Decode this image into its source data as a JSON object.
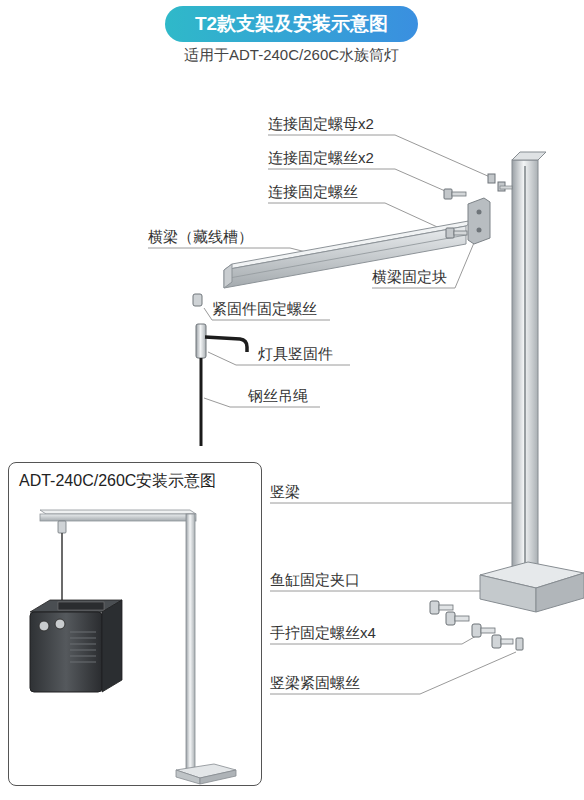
{
  "diagram": {
    "title": "T2款支架及安装示意图",
    "nodes": [
      {
        "text": [
          "ADT-240C/260C安装示意图"
        ]
      }
    ],
    "labels": [
      "适用于ADT-240C/260C水族筒灯",
      "连接固定螺母x2",
      "连接固定螺丝x2",
      "连接固定螺丝",
      "横梁（藏线槽）",
      "横梁固定块",
      "紧固件固定螺丝",
      "灯具竖固件",
      "钢丝吊绳",
      "竖梁",
      "鱼缸固定夹口",
      "手拧固定螺丝x4",
      "竖梁紧固螺丝"
    ]
  }
}
